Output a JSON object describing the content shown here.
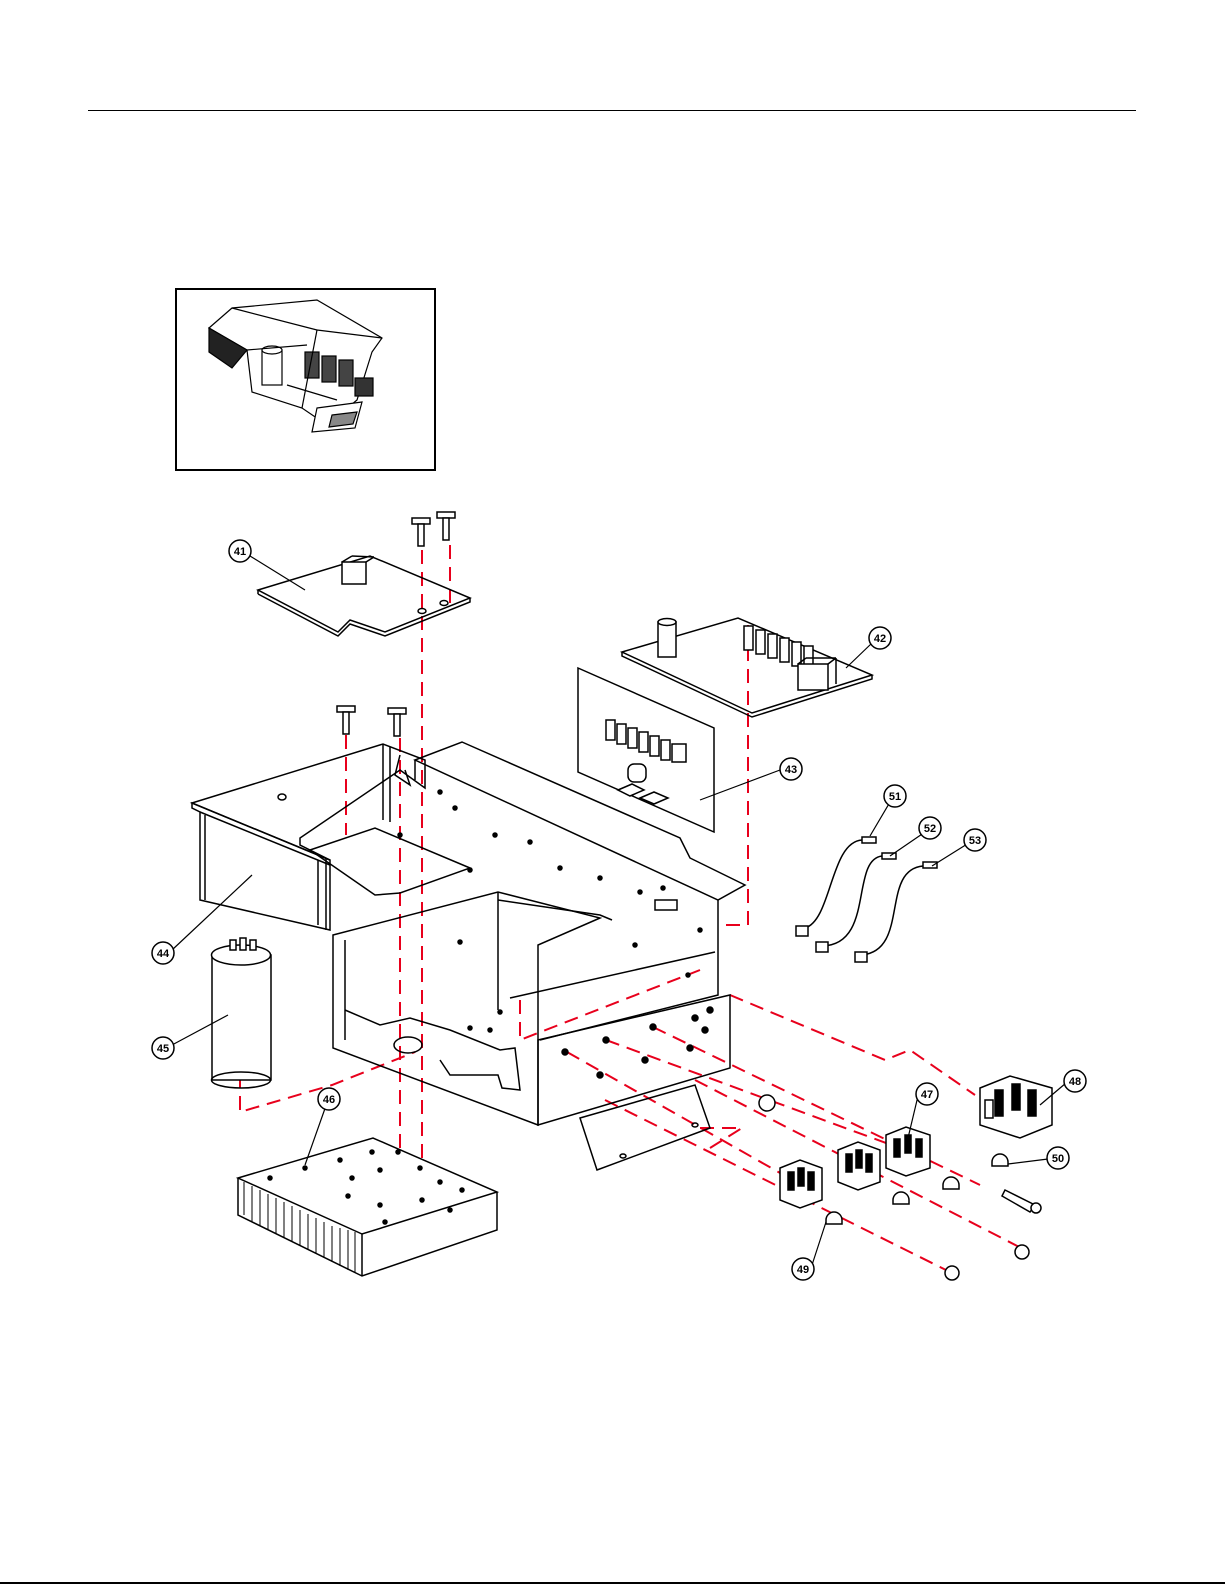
{
  "figure": {
    "callouts": [
      {
        "id": "41",
        "label": "41"
      },
      {
        "id": "42",
        "label": "42"
      },
      {
        "id": "43",
        "label": "43"
      },
      {
        "id": "44",
        "label": "44"
      },
      {
        "id": "45",
        "label": "45"
      },
      {
        "id": "46",
        "label": "46"
      },
      {
        "id": "47",
        "label": "47"
      },
      {
        "id": "48",
        "label": "48"
      },
      {
        "id": "49",
        "label": "49"
      },
      {
        "id": "50",
        "label": "50"
      },
      {
        "id": "51",
        "label": "51"
      },
      {
        "id": "52",
        "label": "52"
      },
      {
        "id": "53",
        "label": "53"
      }
    ],
    "colors": {
      "line": "#000000",
      "guide": "#e8001c",
      "background": "#ffffff"
    }
  }
}
